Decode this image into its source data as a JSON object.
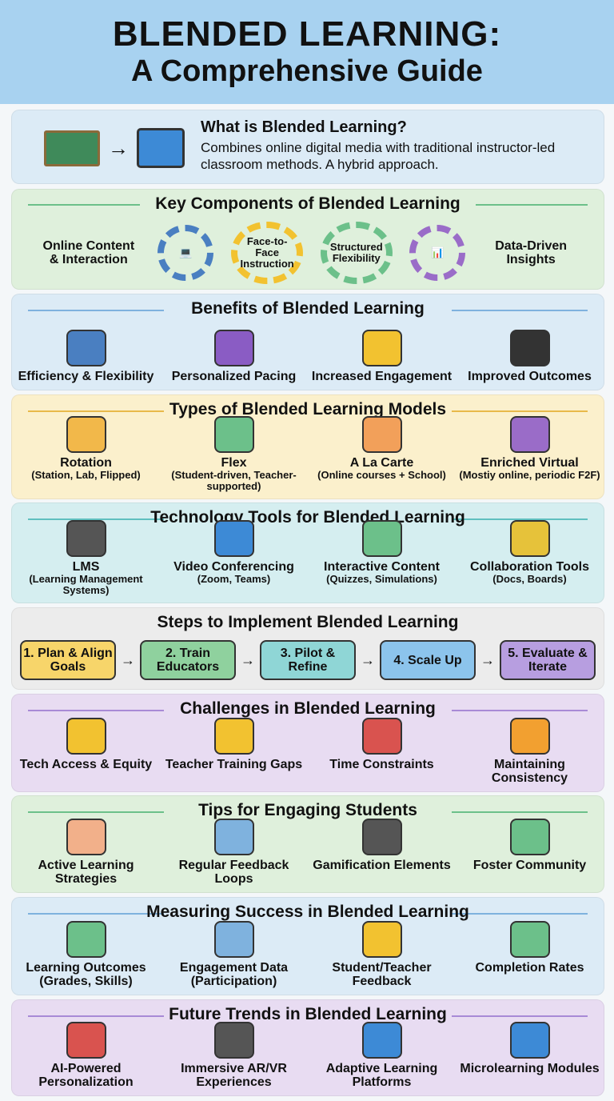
{
  "header": {
    "title": "BLENDED LEARNING:",
    "subtitle": "A Comprehensive Guide"
  },
  "intro": {
    "title": "What is Blended Learning?",
    "text": "Combines online digital media with traditional instructor-led classroom methods. A hybrid approach."
  },
  "components": {
    "title": "Key Components of Blended Learning",
    "items": [
      "Online Content & Interaction",
      "Face-to-Face Instruction",
      "Structured Flexibility",
      "Data-Driven Insights"
    ]
  },
  "sections": [
    {
      "title": "Benefits of Blended Learning",
      "bg": "#dcebf6",
      "line": "#7fb2de",
      "items": [
        {
          "label": "Efficiency & Flexibility",
          "icon": "clock-icon",
          "color": "#4a7fc1"
        },
        {
          "label": "Personalized Pacing",
          "icon": "person-icon",
          "color": "#8a5cc4"
        },
        {
          "label": "Increased Engagement",
          "icon": "lightbulb-icon",
          "color": "#f2c230"
        },
        {
          "label": "Improved Outcomes",
          "icon": "graduation-cap-icon",
          "color": "#333333"
        }
      ]
    },
    {
      "title": "Types of Blended Learning Models",
      "bg": "#fbf0cc",
      "line": "#e8b94a",
      "items": [
        {
          "label": "Rotation",
          "sub": "(Station, Lab, Flipped)",
          "icon": "rotation-window-icon",
          "color": "#f2b84a"
        },
        {
          "label": "Flex",
          "sub": "(Student-driven, Teacher-supported)",
          "icon": "flex-window-icon",
          "color": "#6cc08a"
        },
        {
          "label": "A La Carte",
          "sub": "(Online courses + School)",
          "icon": "cursor-window-icon",
          "color": "#f2a05a"
        },
        {
          "label": "Enriched Virtual",
          "sub": "(Mostiy online, periodic F2F)",
          "icon": "chart-window-icon",
          "color": "#9a6cc8"
        }
      ]
    },
    {
      "title": "Technology Tools for Blended Learning",
      "bg": "#d5eef0",
      "line": "#5fbfbf",
      "items": [
        {
          "label": "LMS",
          "sub": "(Learning Management Systems)",
          "icon": "laptop-cap-icon",
          "color": "#555555"
        },
        {
          "label": "Video Conferencing",
          "sub": "(Zoom, Teams)",
          "icon": "video-camera-icon",
          "color": "#3d8ad6"
        },
        {
          "label": "Interactive Content",
          "sub": "(Quizzes, Simulations)",
          "icon": "touch-window-icon",
          "color": "#6cc08a"
        },
        {
          "label": "Collaboration Tools",
          "sub": "(Docs, Boards)",
          "icon": "chat-bubbles-icon",
          "color": "#e6c23a"
        }
      ]
    }
  ],
  "steps": {
    "title": "Steps to Implement Blended Learning",
    "bg": "#ececec",
    "items": [
      {
        "label": "1. Plan & Align Goals",
        "color": "#f7d56a"
      },
      {
        "label": "2. Train Educators",
        "color": "#8fd19e"
      },
      {
        "label": "3. Pilot & Refine",
        "color": "#8fd6d6"
      },
      {
        "label": "4. Scale Up",
        "color": "#8cc4ec"
      },
      {
        "label": "5. Evaluate & Iterate",
        "color": "#b79ee0"
      }
    ]
  },
  "sections2": [
    {
      "title": "Challenges in Blended Learning",
      "bg": "#e8dcf2",
      "line": "#a88ad6",
      "items": [
        {
          "label": "Tech Access & Equity",
          "icon": "warning-link-icon",
          "color": "#f2c230"
        },
        {
          "label": "Teacher Training Gaps",
          "icon": "confused-face-icon",
          "color": "#f2c230"
        },
        {
          "label": "Time Constraints",
          "icon": "stopwatch-icon",
          "color": "#d9534f"
        },
        {
          "label": "Maintaining Consistency",
          "icon": "warning-question-icon",
          "color": "#f2a030"
        }
      ]
    },
    {
      "title": "Tips for Engaging Students",
      "bg": "#dff0dc",
      "line": "#6cc08a",
      "items": [
        {
          "label": "Active Learning Strategies",
          "icon": "raised-hand-icon",
          "color": "#f2b08a"
        },
        {
          "label": "Regular Feedback Loops",
          "icon": "speech-bubbles-icon",
          "color": "#7fb2de"
        },
        {
          "label": "Gamification Elements",
          "icon": "gamepad-icon",
          "color": "#555555"
        },
        {
          "label": "Foster Community",
          "icon": "group-icon",
          "color": "#6cc08a"
        }
      ]
    },
    {
      "title": "Measuring Success in Blended Learning",
      "bg": "#dcebf6",
      "line": "#7fb2de",
      "items": [
        {
          "label": "Learning Outcomes (Grades, Skills)",
          "icon": "line-chart-icon",
          "color": "#6cc08a"
        },
        {
          "label": "Engagement Data (Participation)",
          "icon": "magnifier-icon",
          "color": "#7fb2de"
        },
        {
          "label": "Student/Teacher Feedback",
          "icon": "clipboard-icon",
          "color": "#f2c230"
        },
        {
          "label": "Completion Rates",
          "icon": "progress-bar-icon",
          "color": "#6cc08a"
        }
      ]
    },
    {
      "title": "Future Trends in Blended Learning",
      "bg": "#e8dcf2",
      "line": "#a88ad6",
      "items": [
        {
          "label": "AI-Powered Personalization",
          "icon": "ai-chip-icon",
          "color": "#d9534f"
        },
        {
          "label": "Immersive AR/VR Experiences",
          "icon": "vr-headset-icon",
          "color": "#555555"
        },
        {
          "label": "Adaptive Learning Platforms",
          "icon": "network-icon",
          "color": "#3d8ad6"
        },
        {
          "label": "Microlearning Modules",
          "icon": "smartphone-icon",
          "color": "#3d8ad6"
        }
      ]
    }
  ]
}
